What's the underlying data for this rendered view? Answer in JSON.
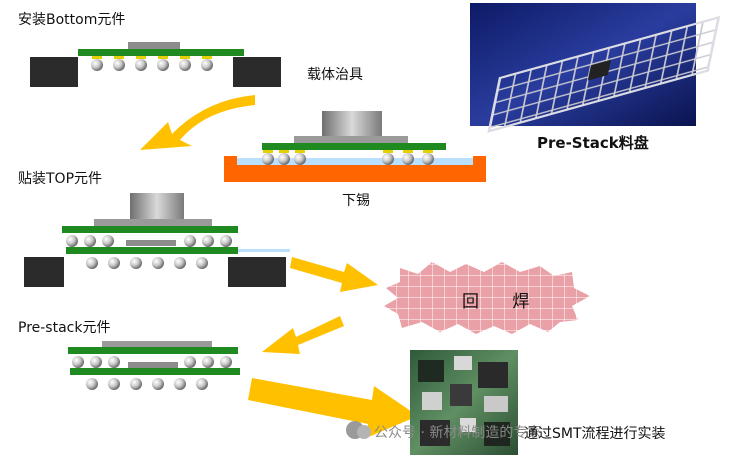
{
  "labels": {
    "mount_bottom": "安装Bottom元件",
    "carrier_jig": "载体治具",
    "prestack_tray": "Pre-Stack料盘",
    "solder_dip": "下锡",
    "mount_top": "贴装TOP元件",
    "reflow": "回 焊",
    "prestack_components": "Pre-stack元件",
    "smt_process": "通过SMT流程进行实装"
  },
  "watermark": {
    "text": "公众号 · 新材料制造的专家"
  },
  "colors": {
    "pcb_green": "#1f8a1f",
    "arrow_yellow": "#ffc000",
    "solder_orange": "#ff6600",
    "flux_blue": "#b9e0ff",
    "reflow_pink": "#e9a0a6",
    "jig_dark": "#2b2b2b"
  }
}
